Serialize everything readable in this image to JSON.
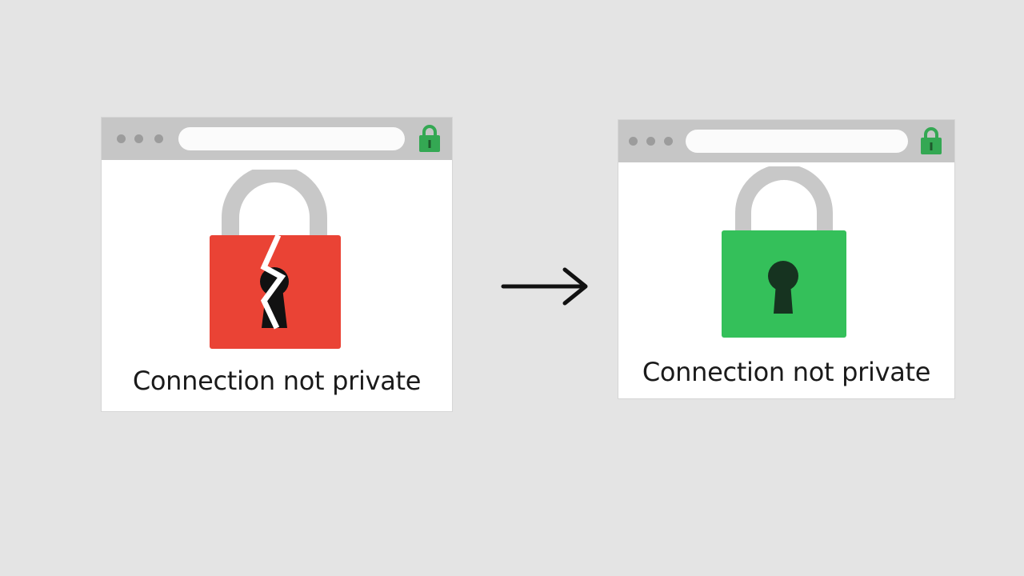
{
  "left_window": {
    "state": "broken",
    "caption": "Connection not private",
    "lock_color": "#ea4335",
    "shackle_color": "#c8c8c8",
    "small_lock_color": "#34a853"
  },
  "right_window": {
    "state": "secure",
    "caption": "Connection not private",
    "lock_color": "#34c05a",
    "shackle_color": "#c8c8c8",
    "small_lock_color": "#34a853"
  },
  "icons": {
    "left_big": "broken-padlock-icon",
    "right_big": "padlock-icon",
    "arrow": "arrow-right-icon",
    "address_lock": "padlock-icon"
  }
}
